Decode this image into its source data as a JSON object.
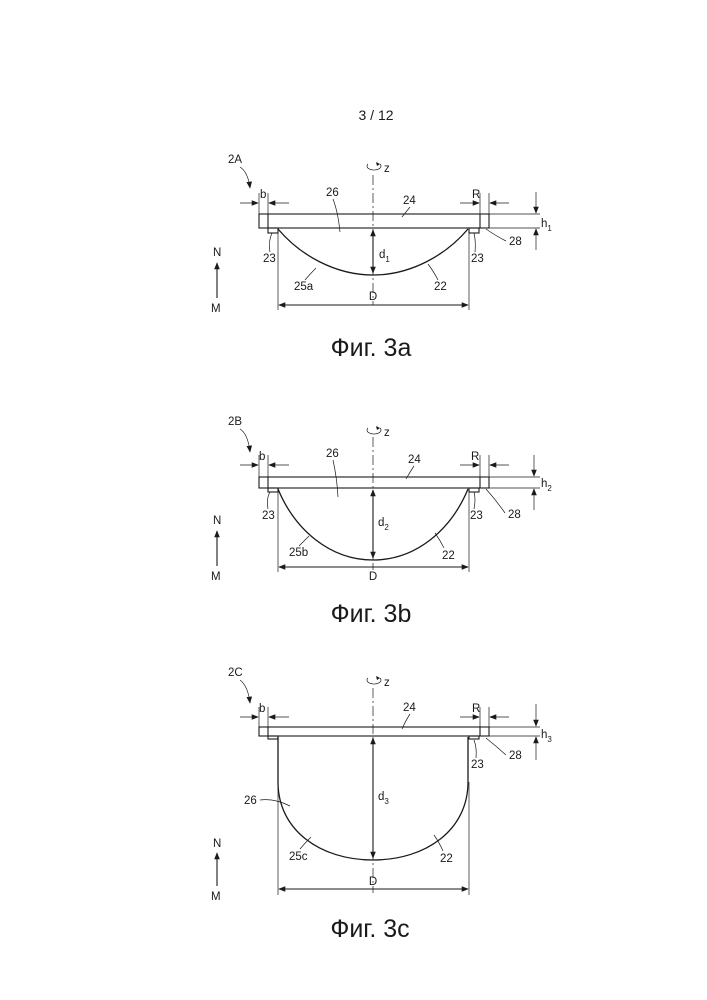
{
  "page_number": "3 / 12",
  "figures": [
    {
      "id": "2A",
      "caption": "Фиг. 3a",
      "labels": {
        "width_b": "b",
        "rim": "R",
        "cavity": "26",
        "plate": "24",
        "side_left": "23",
        "side_right": "23",
        "flange": "28",
        "profile": "25a",
        "body": "22",
        "diameter": "D",
        "depth": "d",
        "depth_sub": "1",
        "height": "h",
        "height_sub": "1",
        "axis": "z",
        "dir_top": "N",
        "dir_bottom": "M"
      }
    },
    {
      "id": "2B",
      "caption": "Фиг. 3b",
      "labels": {
        "width_b": "b",
        "rim": "R",
        "cavity": "26",
        "plate": "24",
        "side_left": "23",
        "side_right": "23",
        "flange": "28",
        "profile": "25b",
        "body": "22",
        "diameter": "D",
        "depth": "d",
        "depth_sub": "2",
        "height": "h",
        "height_sub": "2",
        "axis": "z",
        "dir_top": "N",
        "dir_bottom": "M"
      }
    },
    {
      "id": "2C",
      "caption": "Фиг. 3c",
      "labels": {
        "width_b": "b",
        "rim": "R",
        "cavity": "26",
        "plate": "24",
        "side_left": "",
        "side_right": "23",
        "flange": "28",
        "profile": "25c",
        "body": "22",
        "diameter": "D",
        "depth": "d",
        "depth_sub": "3",
        "height": "h",
        "height_sub": "3",
        "axis": "z",
        "dir_top": "N",
        "dir_bottom": "M"
      }
    }
  ]
}
